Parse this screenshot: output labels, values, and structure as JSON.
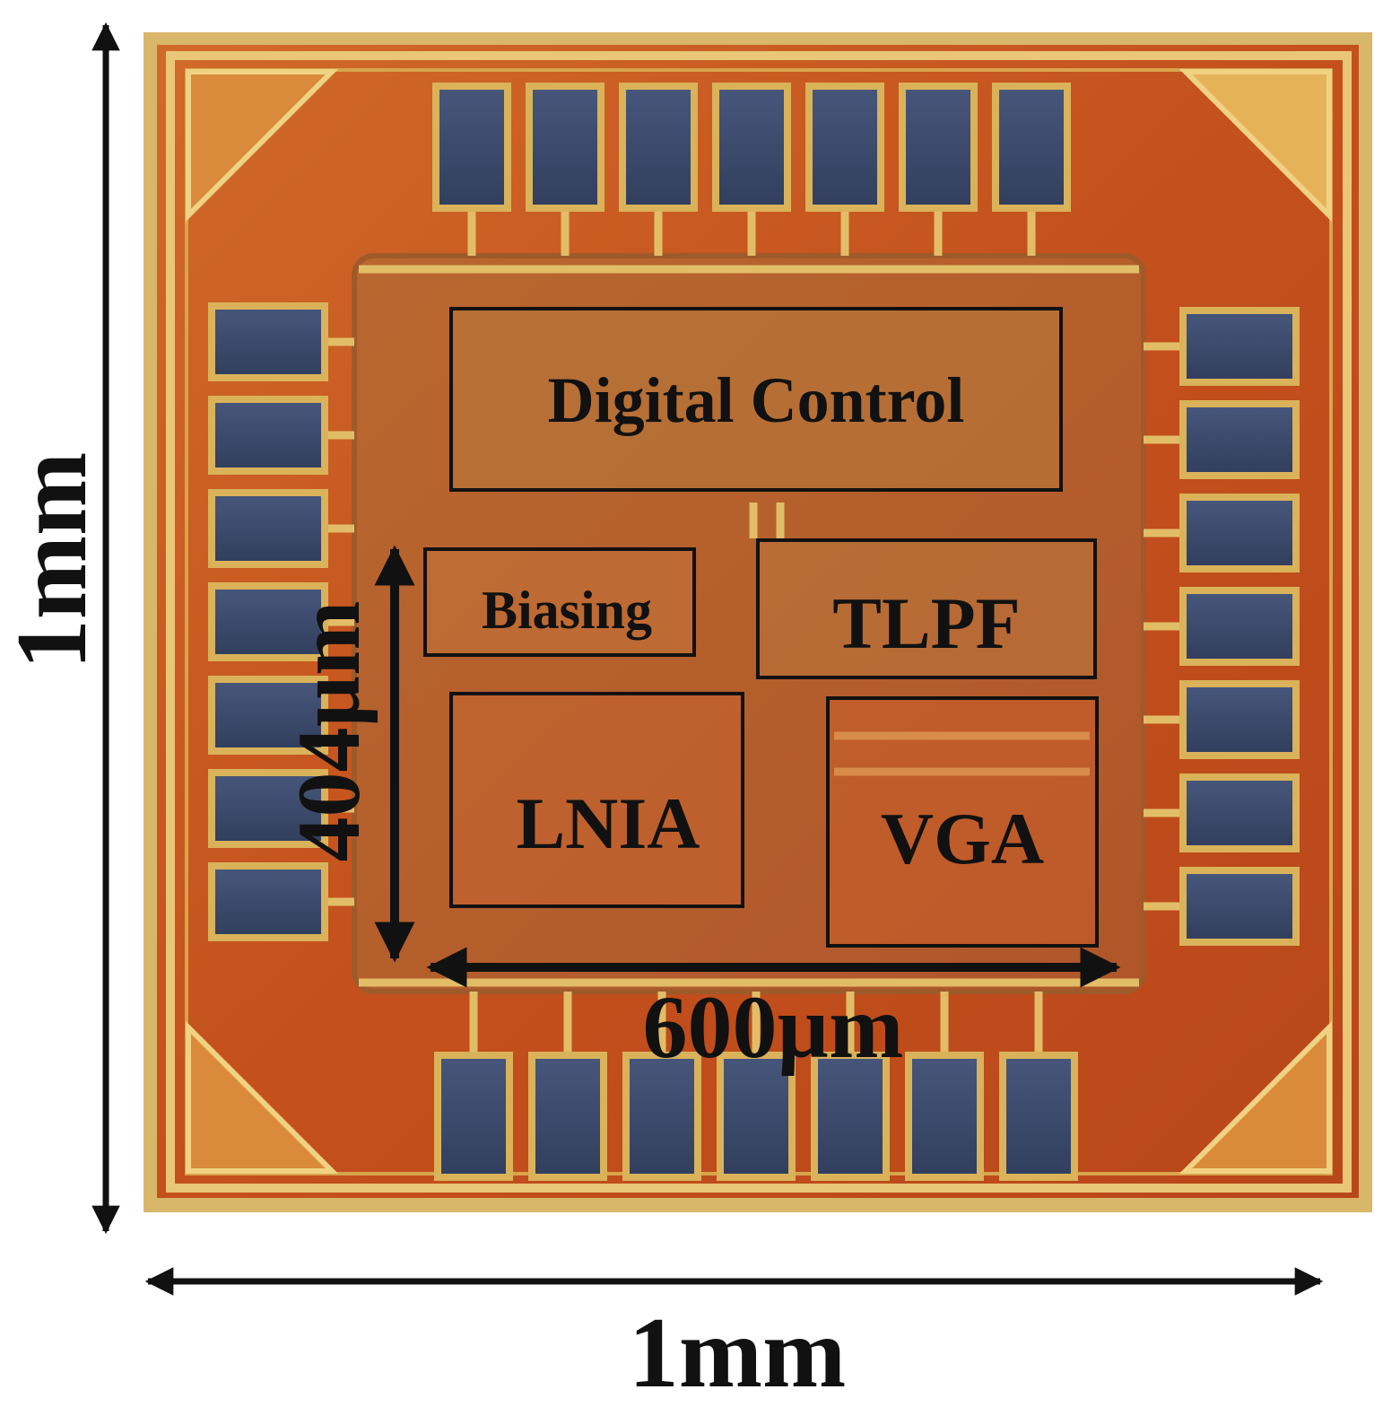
{
  "figure": {
    "labels": {
      "die_width": "1mm",
      "die_height": "1mm",
      "core_width": "600µm",
      "core_height": "404µm"
    },
    "blocks": [
      {
        "id": "digital-control",
        "label": "Digital Control"
      },
      {
        "id": "biasing",
        "label": "Biasing"
      },
      {
        "id": "tlpf",
        "label": "TLPF"
      },
      {
        "id": "lnia",
        "label": "LNIA"
      },
      {
        "id": "vga",
        "label": "VGA"
      }
    ],
    "colors": {
      "die_orange": "#c8561e",
      "metal_gold": "#d9b25a",
      "pad_blue": "#3b4a6b",
      "annotation": "#111111"
    }
  }
}
